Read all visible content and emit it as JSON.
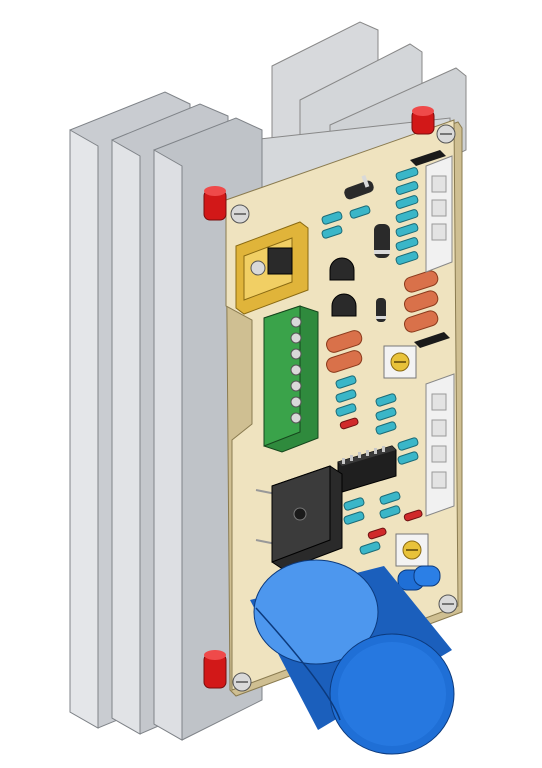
{
  "scene": {
    "subject": "pcb-assembly-on-heatsink",
    "colors": {
      "background": "#ffffff",
      "heatsink": "#c9ccd1",
      "heatsink_dark": "#a5a9af",
      "heatsink_light": "#e4e6e9",
      "board": "#efe3bf",
      "board_edge": "#cfbf92",
      "standoff": "#d21818",
      "terminal_block": "#3aa34a",
      "capacitor": "#1f6fd6",
      "capacitor_light": "#4d97ee",
      "resistor_body": "#3ab6c8",
      "inductor": "#d9714a",
      "regulator_bracket": "#e0b43a",
      "ic_black": "#2a2a2a",
      "connector_white": "#f1f1f1",
      "trimmer_white": "#f3f3f3",
      "trimmer_yellow": "#e8c23a",
      "red_resistor": "#d02a2a"
    },
    "components": [
      "heatsink",
      "circuit-board",
      "mounting-screw",
      "red-standoff",
      "green-terminal-block",
      "electrolytic-capacitor",
      "bridge-rectifier",
      "dip-ic",
      "trimmer-potentiometer",
      "white-header-connector",
      "voltage-regulator-with-bracket",
      "transistor",
      "diode",
      "inductor",
      "resistor"
    ]
  }
}
